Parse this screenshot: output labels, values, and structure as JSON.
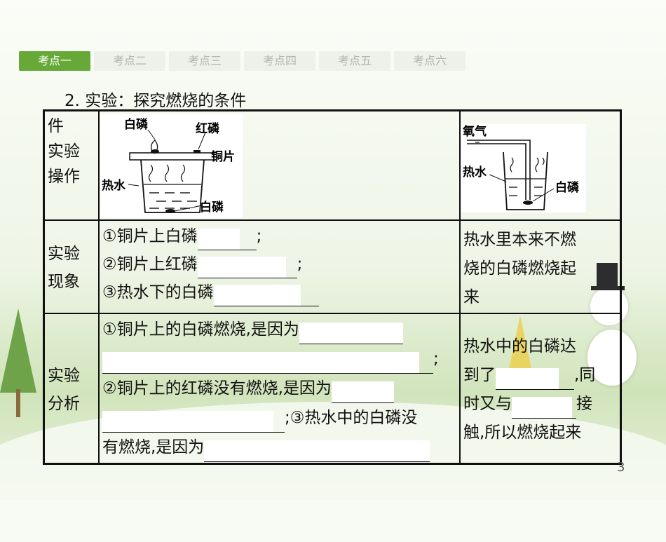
{
  "tabs": [
    {
      "label": "考点一",
      "active": true
    },
    {
      "label": "考点二",
      "active": false
    },
    {
      "label": "考点三",
      "active": false
    },
    {
      "label": "考点四",
      "active": false
    },
    {
      "label": "考点五",
      "active": false
    },
    {
      "label": "考点六",
      "active": false
    }
  ],
  "heading": "2. 实验：探究燃烧的条件",
  "row_headers": {
    "operation": [
      "件",
      "实验",
      "操作"
    ],
    "phenomenon": [
      "实验",
      "现象"
    ],
    "analysis": [
      "实验",
      "分析"
    ]
  },
  "fig1": {
    "white_p": "白磷",
    "red_p": "红磷",
    "copper": "铜片",
    "hot_water": "热水",
    "white_p_bottom": "白磷"
  },
  "fig2": {
    "oxygen": "氧气",
    "hot_water": "热水",
    "white_p": "白磷"
  },
  "phenomenon": {
    "l1": "①铜片上白磷",
    "l1_end": ";",
    "l2": "②铜片上红磷",
    "l2_end": ";",
    "l3": "③热水下的白磷"
  },
  "phenomenon_right": [
    "热水里本来不燃",
    "烧的白磷燃烧起",
    "来"
  ],
  "analysis": {
    "l1": "①铜片上的白磷燃烧,是因为",
    "l2_end": ";",
    "l3": "②铜片上的红磷没有燃烧,是因为",
    "l4_end": ";③热水中的白磷没",
    "l5": "有燃烧,是因为"
  },
  "analysis_right": {
    "l1": "热水中的白磷达",
    "l2_a": "到了",
    "l2_b": ",同",
    "l3_a": "时又与",
    "l3_b": "接",
    "l4": "触,所以燃烧起来"
  },
  "page_number": "3",
  "colors": {
    "active_tab": "#66a938",
    "inactive_tab": "#eef0ea",
    "inactive_text": "#b2b5ac"
  }
}
